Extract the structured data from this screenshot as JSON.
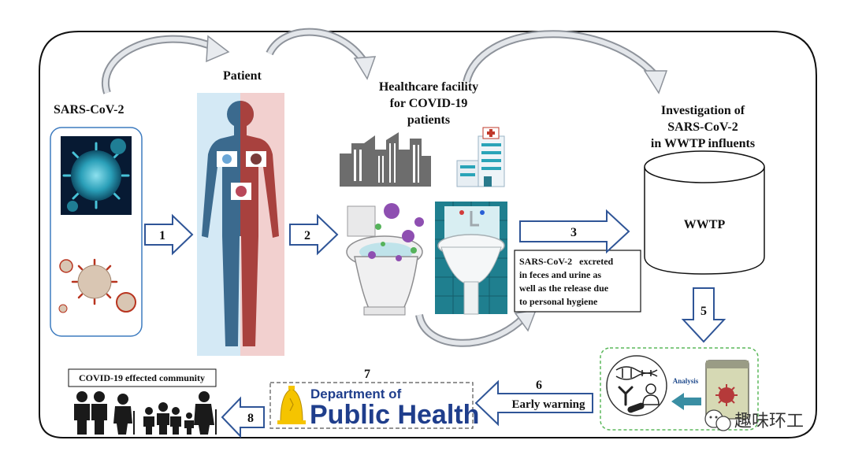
{
  "labels": {
    "virus": "SARS-CoV-2",
    "patient": "Patient",
    "facility_1": "Healthcare facility",
    "facility_2": "for COVID-19",
    "facility_3": "patients",
    "invest_1": "Investigation of",
    "invest_2": "SARS-CoV-2",
    "invest_3": "in WWTP influents",
    "wwtp": "WWTP",
    "excreted_1": "SARS-CoV-2   excreted",
    "excreted_2": "in feces and urine as",
    "excreted_3": "well as the release due",
    "excreted_4": "to personal hygiene",
    "analysis": "Analysis",
    "early_warning": "Early warning",
    "community": "COVID-19 effected community",
    "dph_line1": "Department of",
    "dph_line2": "Public Health",
    "watermark": "趣味环工"
  },
  "steps": [
    "1",
    "2",
    "3",
    "5",
    "6",
    "7",
    "8"
  ],
  "colors": {
    "arrow_outline": "#2f5597",
    "body_blue": "#3b6a8e",
    "body_red": "#a8413e",
    "bg_blue": "#d4e9f5",
    "bg_red": "#f2d0cf",
    "dph_blue": "#1f3e8c",
    "bell_yellow": "#f5c400",
    "box_green": "#5cb85c"
  }
}
